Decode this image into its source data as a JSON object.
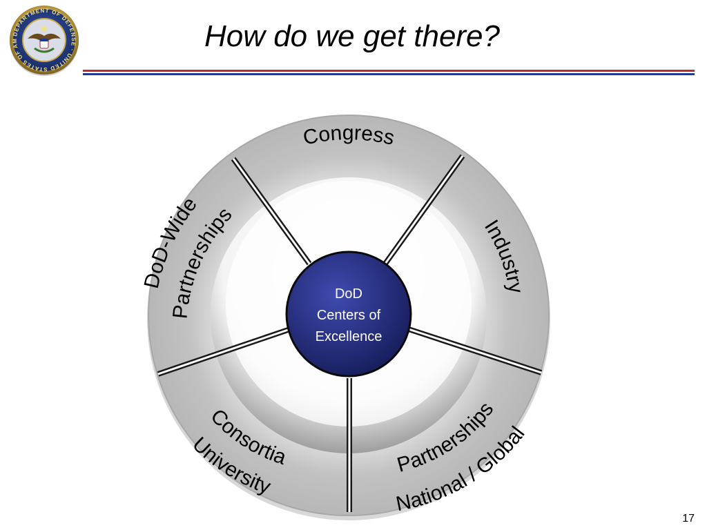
{
  "slide": {
    "title": "How do we get there?",
    "page_number": "17"
  },
  "seal": {
    "icon": "dod-seal-icon",
    "text": "DEPARTMENT OF DEFENSE · UNITED STATES OF AMERICA"
  },
  "diagram": {
    "center": {
      "line1": "DoD",
      "line2": "Centers of",
      "line3": "Excellence"
    },
    "segments": {
      "congress": "Congress",
      "industry": "Industry",
      "national_global_line1": "National / Global",
      "national_global_line2": "Partnerships",
      "university_line1": "University",
      "university_line2": "Consortia",
      "dod_wide_line1": "DoD-Wide",
      "dod_wide_line2": "Partnerships"
    }
  },
  "colors": {
    "rule_red": "#c0282d",
    "rule_blue": "#1f3a93",
    "ring_gray": "#c6c6c6",
    "hub_navy": "#232a78"
  }
}
